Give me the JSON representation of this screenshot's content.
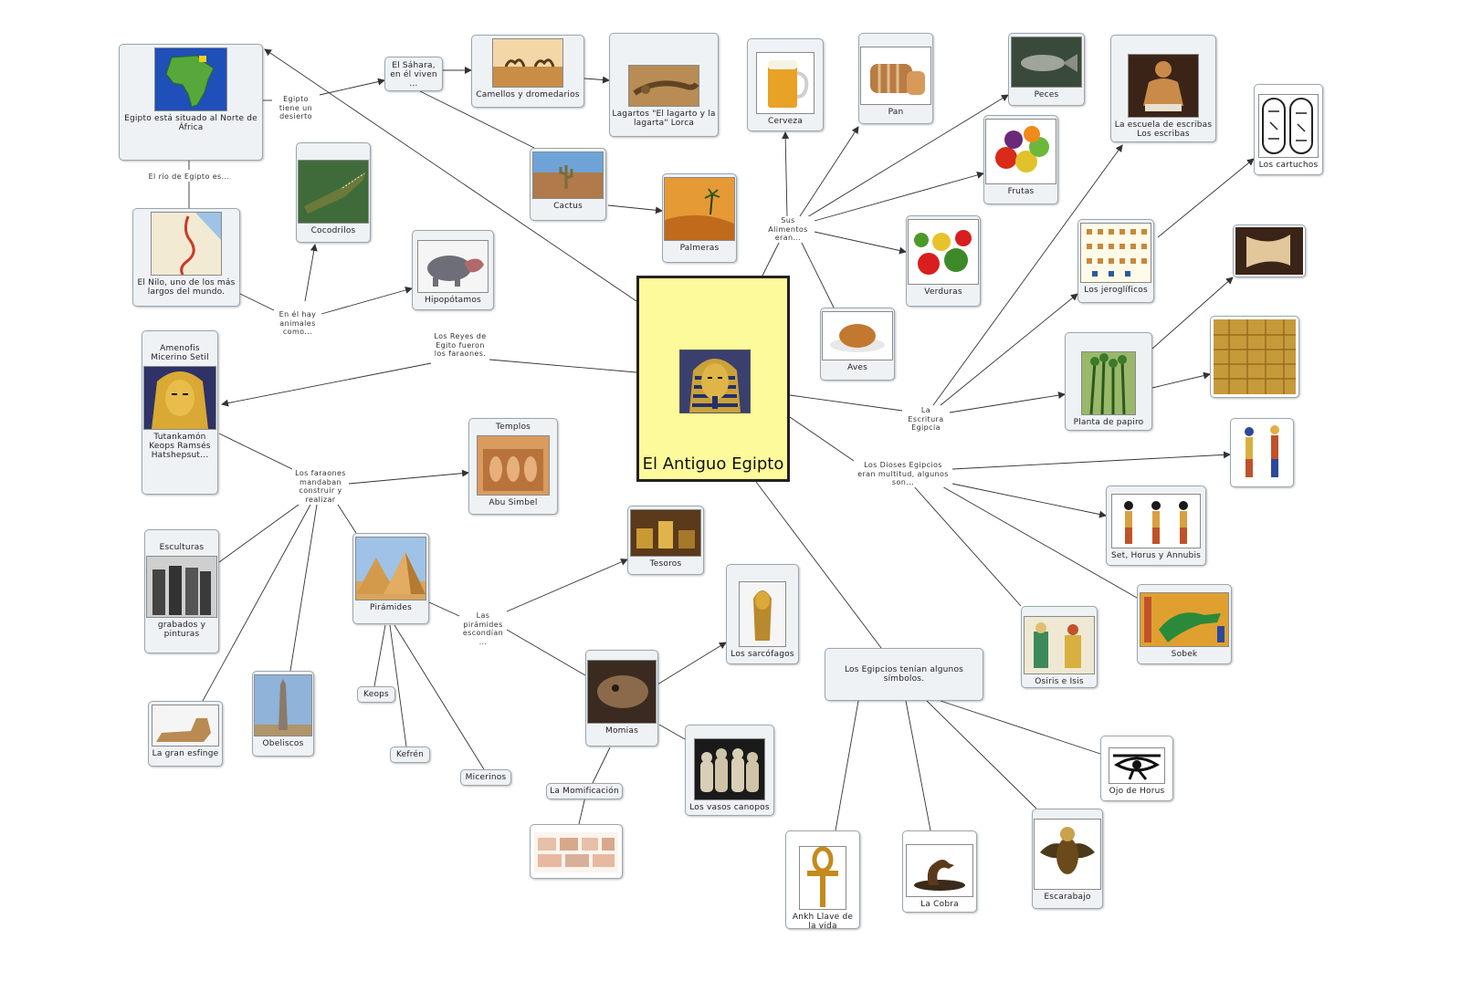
{
  "title": "El Antiguo Egipto",
  "nodes": {
    "africa": "Egipto está situado al Norte de África",
    "sahara": "El Sáhara, en él viven ...",
    "camellos": "Camellos y dromedarios",
    "lagartos": "Lagartos \"El lagarto y la lagarta\" Lorca",
    "cactus": "Cactus",
    "palmeras": "Palmeras",
    "cocodrilos": "Cocodrilos",
    "hipopotamos": "Hipopótamos",
    "nilo": "El Nilo, uno de los más largos del mundo.",
    "faraones_top": "Amenofis Micerino Setil",
    "faraones_bottom": "Tutankamón Keops Ramsés Hatshepsut...",
    "templos_top": "Templos",
    "templos_bottom": "Abu Simbel",
    "esculturas_top": "Esculturas",
    "esculturas_bottom": "grabados y pinturas",
    "piramides": "Pirámides",
    "esfinge": "La gran esfinge",
    "obeliscos": "Obeliscos",
    "keops": "Keops",
    "kefren": "Kefrén",
    "micerinos": "Micerinos",
    "tesoros": "Tesoros",
    "sarcofagos": "Los sarcófagos",
    "momias": "Momias",
    "momificacion": "La Momificación",
    "vasos": "Los vasos canopos",
    "cerveza": "Cerveza",
    "pan": "Pan",
    "peces": "Peces",
    "frutas": "Frutas",
    "verduras": "Verduras",
    "aves": "Aves",
    "escribas": "La escuela de escribas Los escribas",
    "cartuchos": "Los cartuchos",
    "jeroglificos": "Los jeroglíficos",
    "papiro": "Planta de papiro",
    "set_horus": "Set, Horus y Annubis",
    "osiris": "Osiris e Isis",
    "sobek": "Sobek",
    "simbolos": "Los Egipcios tenían algunos símbolos.",
    "ojo_horus": "Ojo de Horus",
    "escarabajo": "Escarabajo",
    "cobra": "La Cobra",
    "ankh": "Ankh Llave de la vida"
  },
  "link_labels": {
    "egipto_tiene": "Egipto tiene un desierto",
    "rio": "El río de Egipto es...",
    "animales": "En él hay animales como...",
    "reyes": "Los Reyes de Egito fueron los faraones.",
    "mandaban": "Los faraones mandaban construir y realizar",
    "piramides_esconden": "Las pirámides escondían ...",
    "alimentos": "Sus Alimentos eran...",
    "escritura": "La Escritura Egipcia",
    "dioses": "Los Dioses Egipcios eran multitud, algunos son..."
  },
  "colors": {
    "center_fill": "#fdfa9c",
    "node_fill": "#eef2f5",
    "node_border": "#9aa6ae",
    "line": "#333333"
  }
}
